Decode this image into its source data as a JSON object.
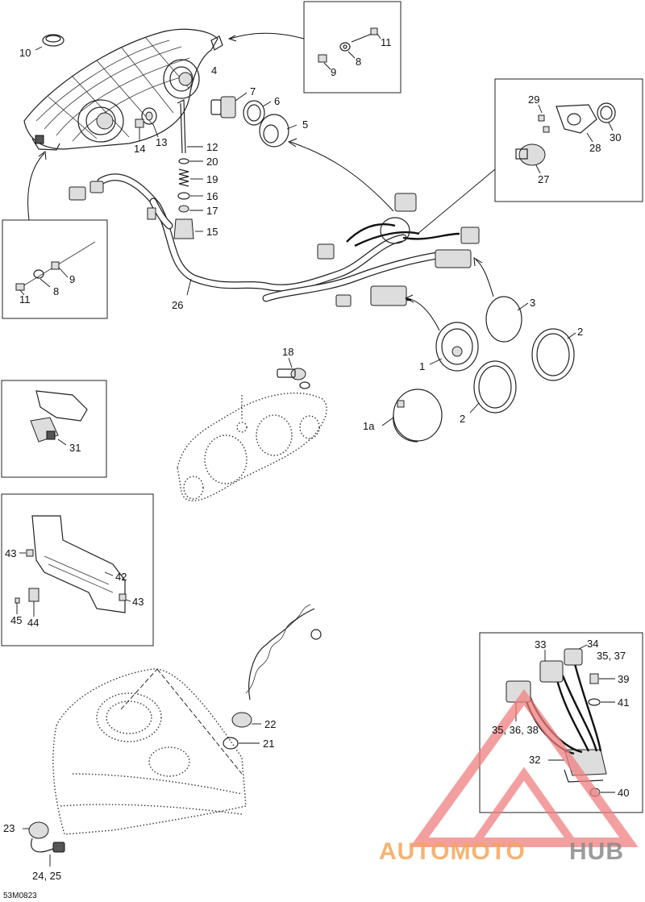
{
  "figure_code": "53M0823",
  "watermark": {
    "part1": "AUTOMOTO",
    "part2": "HUB",
    "color_orange": "#f5a55a",
    "color_gray": "#8a8a8a",
    "triangle_color": "#f08080"
  },
  "callouts": {
    "c1": "1",
    "c1a": "1a",
    "c2a": "2",
    "c2b": "2",
    "c3": "3",
    "c4": "4",
    "c5": "5",
    "c6": "6",
    "c7": "7",
    "c8a": "8",
    "c8b": "8",
    "c9a": "9",
    "c9b": "9",
    "c10": "10",
    "c11a": "11",
    "c11b": "11",
    "c12": "12",
    "c13": "13",
    "c14": "14",
    "c15": "15",
    "c16": "16",
    "c17": "17",
    "c18": "18",
    "c19": "19",
    "c20": "20",
    "c21": "21",
    "c22": "22",
    "c23": "23",
    "c2425": "24, 25",
    "c26": "26",
    "c27": "27",
    "c28": "28",
    "c29": "29",
    "c30": "30",
    "c31": "31",
    "c32": "32",
    "c33": "33",
    "c34": "34",
    "c3537": "35, 37",
    "c353638": "35, 36, 38",
    "c39": "39",
    "c40": "40",
    "c41": "41",
    "c42": "42",
    "c43a": "43",
    "c43b": "43",
    "c44": "44",
    "c45": "45"
  }
}
